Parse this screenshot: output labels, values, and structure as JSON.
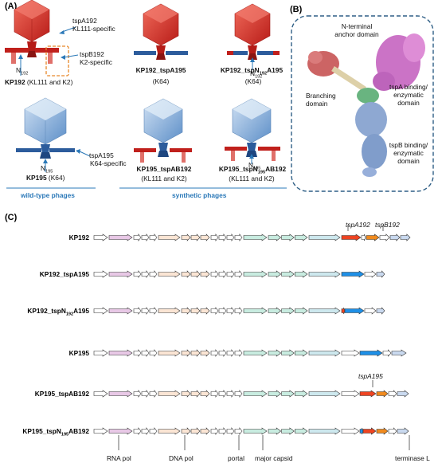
{
  "panels": {
    "a": "(A)",
    "b": "(B)",
    "c": "(C)"
  },
  "panel_a": {
    "kp192_annotations": {
      "tspA": "tspA192",
      "tspA_specificity": "KL111-specific",
      "tspB": "tspB192",
      "tspB_specificity": "K2-specific",
      "n_prefix": "N",
      "n_sub": "192"
    },
    "kp192_caption_name": "KP192",
    "kp192_caption_detail": " (KL111 and K2)",
    "kp195_annotations": {
      "tspA": "tspA195",
      "tspA_specificity": "K64-specific",
      "n_prefix": "N",
      "n_sub": "195"
    },
    "kp195_caption_name": "KP195",
    "kp195_caption_detail": " (K64)",
    "wild_type_label": "wild-type phages",
    "synthetic_label": "synthetic phages",
    "synthetic": [
      {
        "name": "KP192_tspA195",
        "host": "(K64)"
      },
      {
        "name_pre": "KP192_tspN",
        "name_sub": "192",
        "name_post": "A195",
        "host": "(K64)",
        "n_prefix": "N",
        "n_sub": "192"
      },
      {
        "name": "KP195_tspAB192",
        "host": "(KL111 and K2)"
      },
      {
        "name_pre": "KP195_tspN",
        "name_sub": "195",
        "name_post": "AB192",
        "host": "(KL111 and K2)",
        "n_prefix": "N",
        "n_sub": "195"
      }
    ]
  },
  "panel_b": {
    "n_terminal": "N-terminal\nanchor domain",
    "branching": "Branching\ndomain",
    "tspA_binding": "tspA binding/\nenzymatic\ndomain",
    "tspB_binding": "tspB binding/\nenzymatic\ndomain"
  },
  "panel_c": {
    "genomes": [
      {
        "label": "KP192"
      },
      {
        "label": "KP192_tspA195"
      },
      {
        "label_pre": "KP192_tspN",
        "label_sub": "192",
        "label_post": "A195"
      },
      {
        "label": "KP195"
      },
      {
        "label": "KP195_tspAB192"
      },
      {
        "label_pre": "KP195_tspN",
        "label_sub": "195",
        "label_post": "AB192"
      }
    ],
    "gene_labels": {
      "tspA192": "tspA192",
      "tspB192": "tspB192",
      "tspA195": "tspA195"
    },
    "bottom_labels": [
      "RNA pol",
      "DNA pol",
      "portal",
      "major capsid",
      "terminase L"
    ]
  },
  "colors": {
    "capsid_red": "#d8352f",
    "capsid_blue": "#7fa9d6",
    "fiber_red": "#c0201c",
    "fiber_blue": "#2c5c9c",
    "highlight_orange": "#e8882a",
    "gene_red": "#ee4422",
    "gene_orange": "#f08a1e",
    "gene_blue": "#1e8fe6",
    "gene_pink": "#e8c8e6",
    "gene_peach": "#fbe5d4",
    "gene_mint": "#c8ece0",
    "gene_cyan": "#cde8ee",
    "gene_lightblue": "#c9d9ef"
  }
}
